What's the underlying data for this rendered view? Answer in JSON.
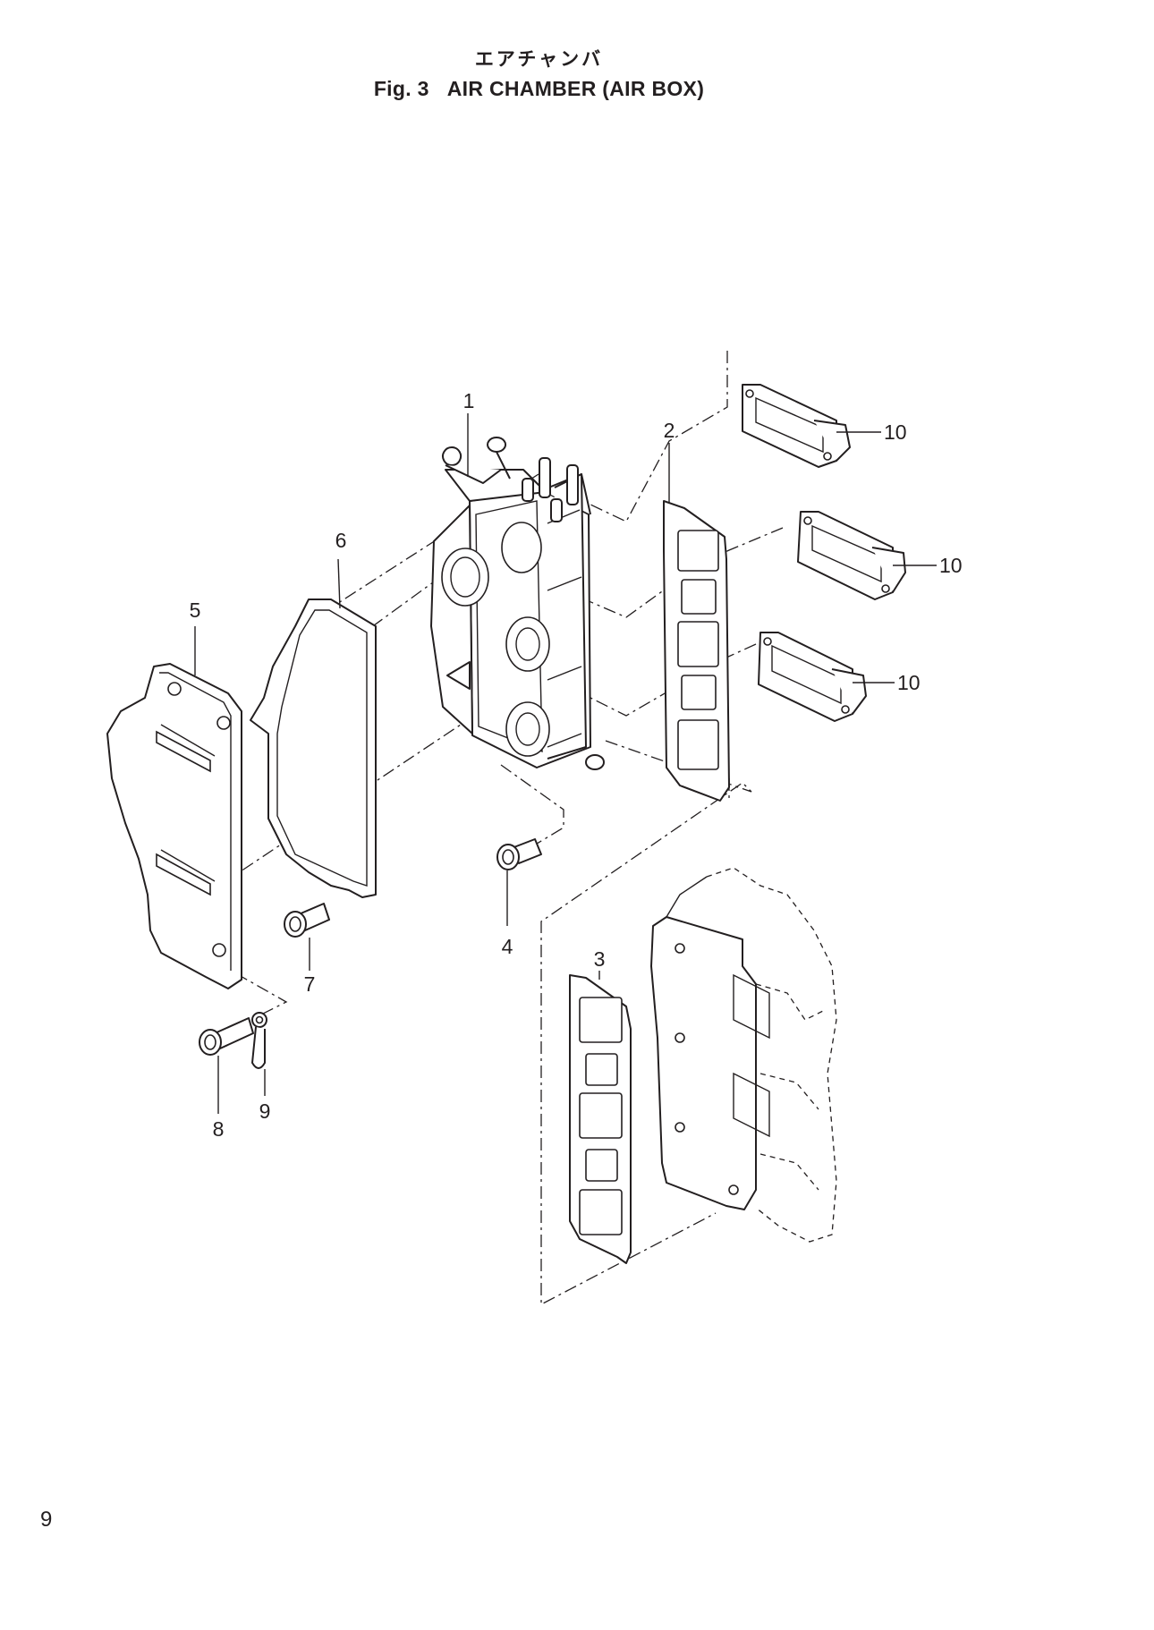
{
  "header": {
    "title_jp": "エアチャンバ",
    "title_en": "Fig. 3   AIR CHAMBER (AIR BOX)"
  },
  "callouts": [
    "1",
    "2",
    "3",
    "4",
    "5",
    "6",
    "7",
    "8",
    "9",
    "10",
    "10",
    "10"
  ],
  "footer": {
    "page_number": "9"
  }
}
